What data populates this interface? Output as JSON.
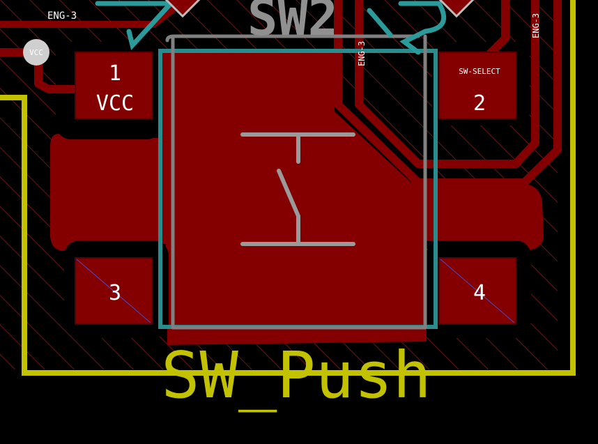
{
  "view": {
    "reference": "SW2",
    "value": "SW_Push"
  },
  "pads": [
    {
      "number": "1",
      "net": "VCC"
    },
    {
      "number": "2",
      "net": "SW-SELECT"
    },
    {
      "number": "3",
      "net": ""
    },
    {
      "number": "4",
      "net": ""
    }
  ],
  "net_labels": {
    "eng3_top": "ENG-3",
    "eng3_vertical": "ENG-3",
    "eng_right": "ENG-3",
    "vcc_via": "VCC"
  },
  "colors": {
    "background": "#000000",
    "copper": "#840000",
    "copper_outline": "#7a0000",
    "courtyard": "#2a8c8c",
    "fab_outline": "#7f7f7f",
    "edge_cuts": "#c2c200",
    "silk_text": "#a8a8a8",
    "pad_text": "#ffffff",
    "via": "#c8c8c8",
    "keepout_hatch": "#7a1a1a"
  }
}
